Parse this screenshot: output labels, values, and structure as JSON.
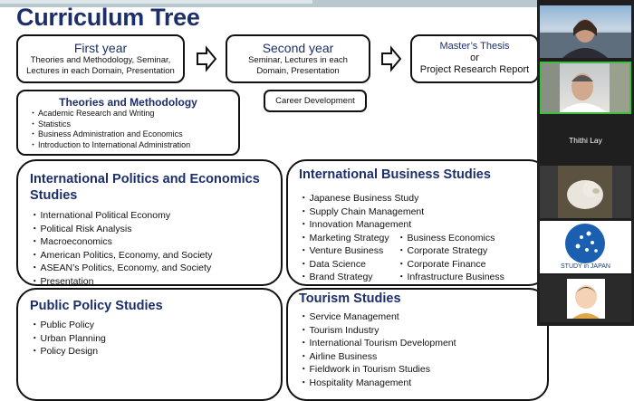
{
  "slide": {
    "title": "Curriculum Tree",
    "first_year": {
      "heading": "First year",
      "desc": [
        "Theories and Methodology, Seminar,",
        "Lectures in each Domain, Presentation"
      ]
    },
    "second_year": {
      "heading": "Second year",
      "desc": [
        "Seminar, Lectures in each",
        "Domain, Presentation"
      ]
    },
    "thesis": {
      "lines": [
        "Master’s Thesis",
        "or",
        "Project Research Report"
      ]
    },
    "career_development": "Career Development",
    "theories": {
      "heading": "Theories and Methodology",
      "items": [
        "Academic Research and Writing",
        "Statistics",
        "Business Administration and Economics",
        "Introduction to International Administration"
      ]
    },
    "ipe": {
      "heading_lines": [
        "International Politics and Economics",
        "Studies"
      ],
      "items": [
        "International Political Economy",
        "Political Risk Analysis",
        "Macroeconomics",
        "American Politics, Economy, and Society",
        "ASEAN’s Politics, Economy, and Society",
        "Presentation"
      ]
    },
    "ibs": {
      "heading": "International Business Studies",
      "items_full": [
        "Japanese Business Study",
        "Supply Chain Management",
        "Innovation Management"
      ],
      "items_left": [
        "Marketing Strategy",
        "Venture Business",
        "Data Science",
        "Brand Strategy"
      ],
      "items_right": [
        "Business Economics",
        "Corporate Strategy",
        "Corporate Finance",
        "Infrastructure Business"
      ]
    },
    "pps": {
      "heading": "Public Policy Studies",
      "items": [
        "Public Policy",
        "Urban Planning",
        "Policy Design"
      ]
    },
    "tourism": {
      "heading": "Tourism Studies",
      "items": [
        "Service Management",
        "Tourism Industry",
        "International Tourism Development",
        "Airline Business",
        "Fieldwork in Tourism Studies",
        "Hospitality Management"
      ]
    }
  },
  "participants": {
    "name_label": "Thithi Lay",
    "logo_text": "STUDY in JAPAN"
  },
  "colors": {
    "heading_navy": "#1d2f6b",
    "panel_bg": "#1f1f1f",
    "active_speaker_border": "#3fbf3f"
  }
}
